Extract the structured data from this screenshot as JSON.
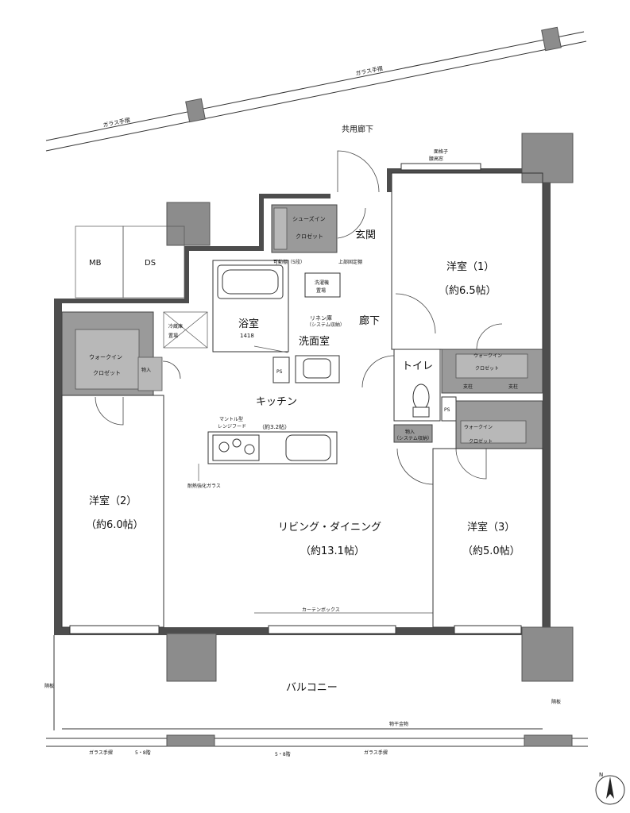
{
  "labels": {
    "common_corridor": "共用廊下",
    "glass_rail_top_left": "ガラス手摺",
    "glass_rail_top_right": "ガラス手摺",
    "face_lattice": "面格子",
    "window_note": "腰高窓",
    "mb": "MB",
    "ds": "DS",
    "shoes_in_1": "シューズイン",
    "shoes_in_2": "クロゼット",
    "movable_shelf_5": "可動棚（5段）",
    "movable_shelf_v": "可動棚（5段）",
    "upper_shelf": "上部固定棚",
    "entrance": "玄関",
    "western1_name": "洋室（1）",
    "western1_size": "（約6.5帖）",
    "laundry_1": "洗濯機",
    "laundry_2": "置場",
    "linen": "リネン庫",
    "linen_note": "（システム収納）",
    "bath_name": "浴室",
    "bath_size": "1418",
    "washroom": "洗面室",
    "hallway": "廊下",
    "fridge_1": "冷蔵庫",
    "fridge_2": "置場",
    "wic_left_1": "ウォークイン",
    "wic_left_2": "クロゼット",
    "storage_left": "物入",
    "toilet": "トイレ",
    "wic_r1_1": "ウォークイン",
    "wic_r1_2": "クロゼット",
    "pillar_a": "支柱",
    "pillar_b": "支柱",
    "kitchen": "キッチン",
    "kitchen_size": "（約3.2帖）",
    "mantle_1": "マントル型",
    "mantle_2": "レンジフード",
    "storage_center": "物入",
    "storage_center_note": "（システム収納）",
    "wic_r2_1": "ウォークイン",
    "wic_r2_2": "クロゼット",
    "heat_glass": "耐熱強化ガラス",
    "western2_name": "洋室（2）",
    "western2_size": "（約6.0帖）",
    "living_name": "リビング・ダイニング",
    "living_size": "（約13.1帖）",
    "western3_name": "洋室（3）",
    "western3_size": "（約5.0帖）",
    "curtain_box": "カーテンボックス",
    "balcony": "バルコニー",
    "partition_left": "隔板",
    "partition_right": "隔板",
    "drying_rod": "物干金物",
    "glass_rail_bottom_left": "ガラス手摺",
    "glass_rail_bottom_right": "ガラス手摺",
    "floors_left": "5・8階",
    "floors_mid": "5・8階",
    "ps": "PS",
    "ps2": "PS",
    "north": "N"
  },
  "colors": {
    "wall": "#4d4d4d",
    "closet": "#9a9a9a",
    "pillar": "#8c8c8c"
  }
}
